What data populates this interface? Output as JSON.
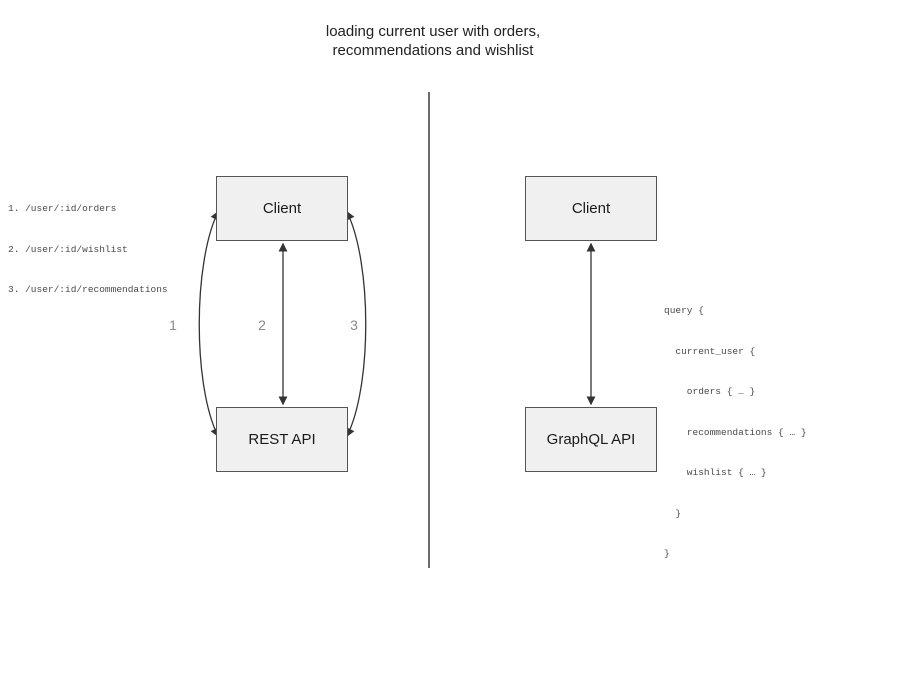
{
  "title": {
    "line1": "loading current user with orders,",
    "line2": "recommendations and wishlist"
  },
  "colors": {
    "box_fill": "#f0f0f0",
    "box_border": "#545454",
    "arrow": "#333333",
    "arrow_label": "#8a8a8a",
    "code_text": "#4a4a4a",
    "divider": "#6b6b6b",
    "background": "#ffffff"
  },
  "left_panel": {
    "endpoints": [
      "1. /user/:id/orders",
      "2. /user/:id/wishlist",
      "3. /user/:id/recommendations"
    ],
    "client_label": "Client",
    "api_label": "REST API",
    "arrow_labels": [
      "1",
      "2",
      "3"
    ]
  },
  "right_panel": {
    "client_label": "Client",
    "api_label": "GraphQL API",
    "query_lines": [
      "query {",
      "  current_user {",
      "    orders { … }",
      "    recommendations { … }",
      "    wishlist { … }",
      "  }",
      "}"
    ]
  }
}
